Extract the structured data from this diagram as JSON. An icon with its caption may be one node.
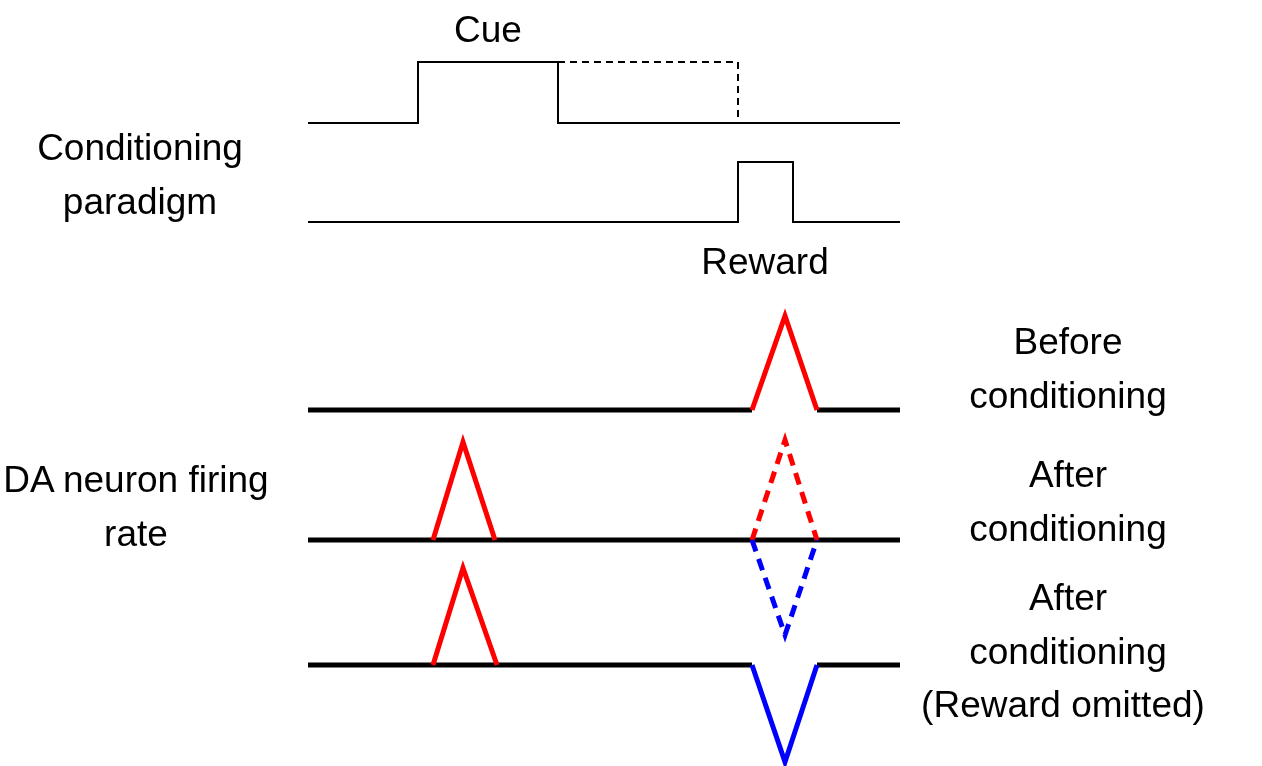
{
  "diagram": {
    "labels": [
      "Cue",
      "Conditioning paradigm",
      "Reward",
      "Before conditioning",
      "DA neuron firing rate",
      "After conditioning",
      "After conditioning",
      "(Reward omitted)"
    ]
  }
}
